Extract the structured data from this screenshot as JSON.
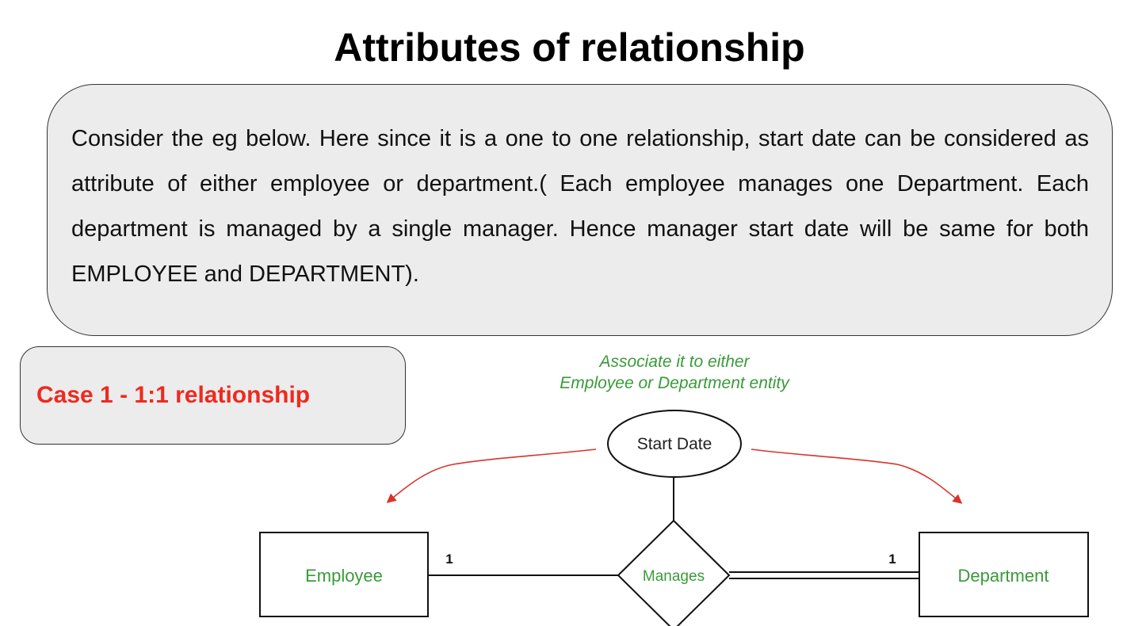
{
  "slide": {
    "title": "Attributes of relationship",
    "description": "Consider the eg below. Here since it is a one to one relationship, start date can be considered as attribute of either employee or department.( Each employee manages one Department. Each department is managed by a single manager. Hence manager start date will be same for both EMPLOYEE and DEPARTMENT).",
    "case_label": "Case 1 - 1:1 relationship"
  },
  "diagram": {
    "annotation_line1": "Associate it to either",
    "annotation_line2": "Employee or Department entity",
    "attribute": "Start Date",
    "relationship": "Manages",
    "entity_left": "Employee",
    "entity_right": "Department",
    "cardinality_left": "1",
    "cardinality_right": "1"
  },
  "colors": {
    "case_label": "#ee2a1f",
    "entity_text": "#3a9a3a",
    "annotation_text": "#3a9a3a",
    "arrow": "#d8332b",
    "box_fill": "#ececec"
  }
}
